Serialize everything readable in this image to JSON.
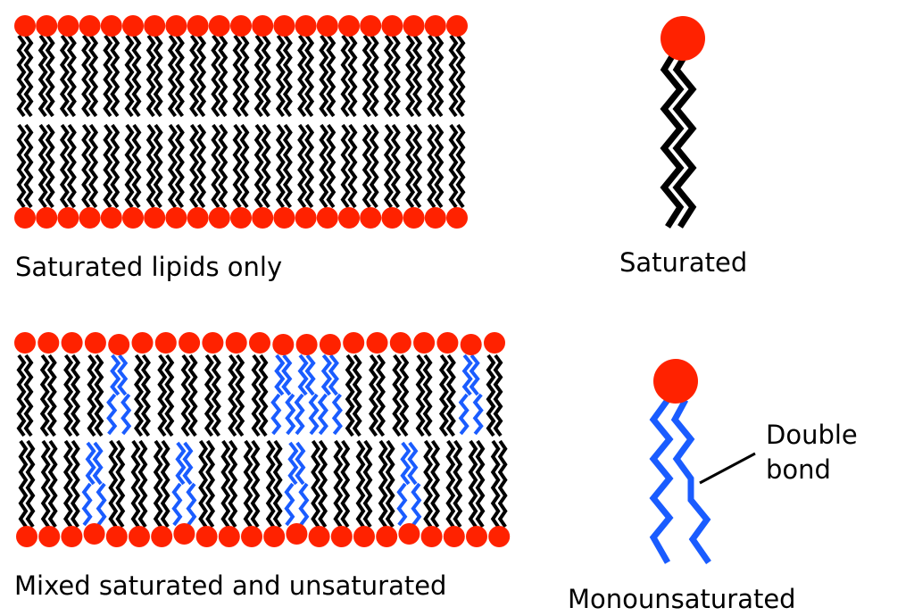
{
  "captions": {
    "saturated_only": "Saturated lipids only",
    "saturated": "Saturated",
    "mixed": "Mixed saturated and unsaturated",
    "monounsaturated": "Monounsaturated",
    "double_line1": "Double",
    "double_line2": "bond"
  },
  "colors": {
    "head": "#ff2200",
    "saturated_tail": "#000000",
    "unsaturated_tail": "#1a5cff",
    "pointer": "#000000"
  },
  "mixed_bilayer": {
    "top_leaflet_tails": [
      "saturated",
      "saturated",
      "saturated",
      "saturated",
      "unsaturated",
      "saturated",
      "saturated",
      "saturated",
      "saturated",
      "saturated",
      "saturated",
      "unsaturated",
      "unsaturated",
      "unsaturated",
      "saturated",
      "saturated",
      "saturated",
      "saturated",
      "saturated",
      "unsaturated",
      "saturated"
    ],
    "bottom_leaflet_tails": [
      "saturated",
      "saturated",
      "saturated",
      "unsaturated",
      "saturated",
      "saturated",
      "saturated",
      "unsaturated",
      "saturated",
      "saturated",
      "saturated",
      "saturated",
      "unsaturated",
      "saturated",
      "saturated",
      "saturated",
      "saturated",
      "unsaturated",
      "saturated",
      "saturated",
      "saturated",
      "saturated"
    ]
  }
}
